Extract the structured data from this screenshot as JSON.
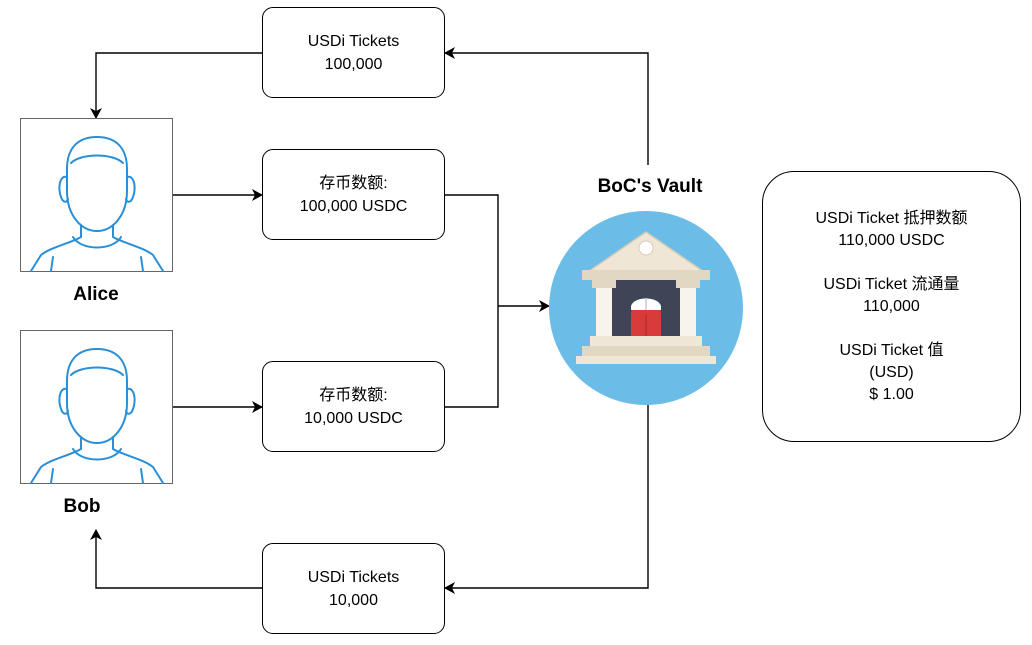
{
  "people": {
    "alice": {
      "name": "Alice"
    },
    "bob": {
      "name": "Bob"
    }
  },
  "deposits": {
    "alice": {
      "label": "存币数额:",
      "amount": "100,000 USDC"
    },
    "bob": {
      "label": "存币数额:",
      "amount": "10,000 USDC"
    }
  },
  "tickets": {
    "alice": {
      "label": "USDi Tickets",
      "amount": "100,000"
    },
    "bob": {
      "label": "USDi Tickets",
      "amount": "10,000"
    }
  },
  "vault": {
    "title": "BoC's Vault",
    "icon": "bank-icon"
  },
  "stats": {
    "collateral": {
      "label": "USDi Ticket 抵押数额",
      "value": "110,000 USDC"
    },
    "circulation": {
      "label": "USDi Ticket 流通量",
      "value": "110,000"
    },
    "price": {
      "label": "USDi Ticket 值",
      "unit": "(USD)",
      "value": "$ 1.00"
    }
  },
  "colors": {
    "avatar_stroke": "#2a8fd6",
    "vault_bg": "#6bbde8",
    "vault_door": "#d93a3a",
    "vault_stone": "#efe6d6",
    "vault_dark": "#3e4556"
  }
}
